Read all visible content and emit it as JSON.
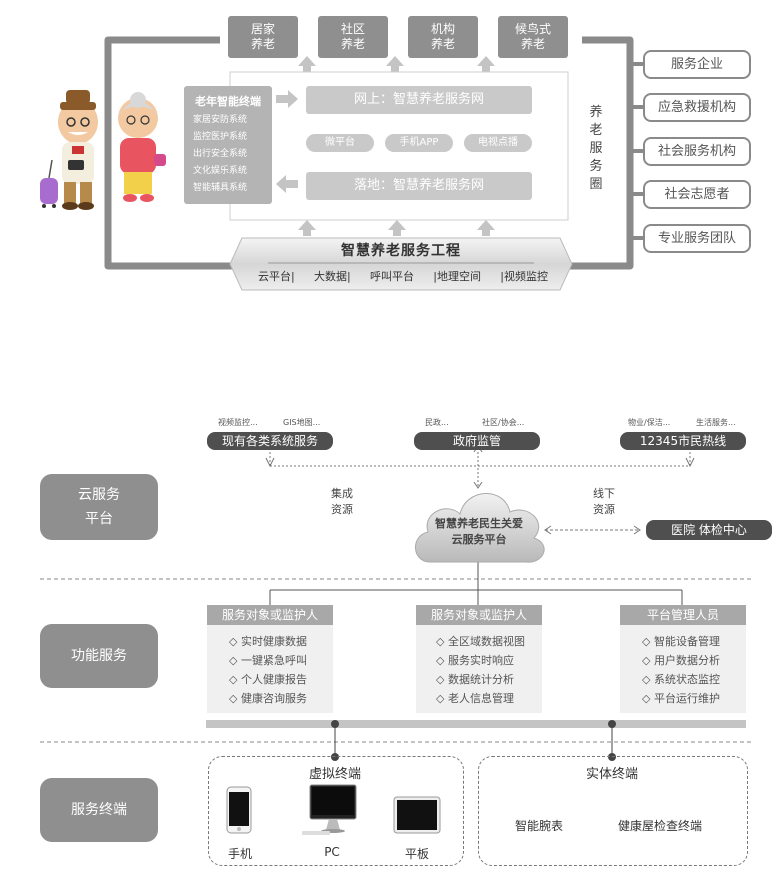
{
  "top": {
    "care_types": [
      "居家\n养老",
      "社区\n养老",
      "机构\n养老",
      "候鸟式\n养老"
    ],
    "terminal": {
      "title": "老年智能终端",
      "items": [
        "家居安防系统",
        "监控医护系统",
        "出行安全系统",
        "文化娱乐系统",
        "智能辅具系统"
      ]
    },
    "online": "网上：智慧养老服务网",
    "channels": [
      "微平台",
      "手机APP",
      "电视点播"
    ],
    "offline": "落地：智慧养老服务网",
    "circle_label": "养\n老\n服\n务\n圈",
    "providers": [
      "服务企业",
      "应急救援机构",
      "社会服务机构",
      "社会志愿者",
      "专业服务团队"
    ],
    "project": {
      "title": "智慧养老服务工程",
      "items": [
        "云平台|",
        "大数据|",
        "呼叫平台",
        "|地理空间",
        "|视频监控"
      ]
    }
  },
  "bottom": {
    "sections": [
      "云服务\n平台",
      "功能服务",
      "服务终端"
    ],
    "sources": [
      {
        "subs": [
          "视频监控...",
          "GIS地图..."
        ],
        "label": "现有各类系统服务"
      },
      {
        "subs": [
          "民政...",
          "社区/协会..."
        ],
        "label": "政府监管"
      },
      {
        "subs": [
          "物业/保洁...",
          "生活服务..."
        ],
        "label": "12345市民热线"
      }
    ],
    "integration": "集成\n资源",
    "offline_res": "线下\n资源",
    "cloud": "智慧养老民生关爱\n云服务平台",
    "hospital": "医院  体检中心",
    "func_groups": [
      {
        "title": "服务对象或监护人",
        "items": [
          "◇ 实时健康数据",
          "◇ 一键紧急呼叫",
          "◇ 个人健康报告",
          "◇ 健康咨询服务"
        ]
      },
      {
        "title": "服务对象或监护人",
        "items": [
          "◇ 全区域数据视图",
          "◇ 服务实时响应",
          "◇ 数据统计分析",
          "◇ 老人信息管理"
        ]
      },
      {
        "title": "平台管理人员",
        "items": [
          "◇ 智能设备管理",
          "◇ 用户数据分析",
          "◇ 系统状态监控",
          "◇ 平台运行维护"
        ]
      }
    ],
    "virtual": {
      "title": "虚拟终端",
      "devices": [
        "手机",
        "PC",
        "平板"
      ]
    },
    "physical": {
      "title": "实体终端",
      "devices": [
        "智能腕表",
        "健康屋检查终端"
      ]
    }
  }
}
